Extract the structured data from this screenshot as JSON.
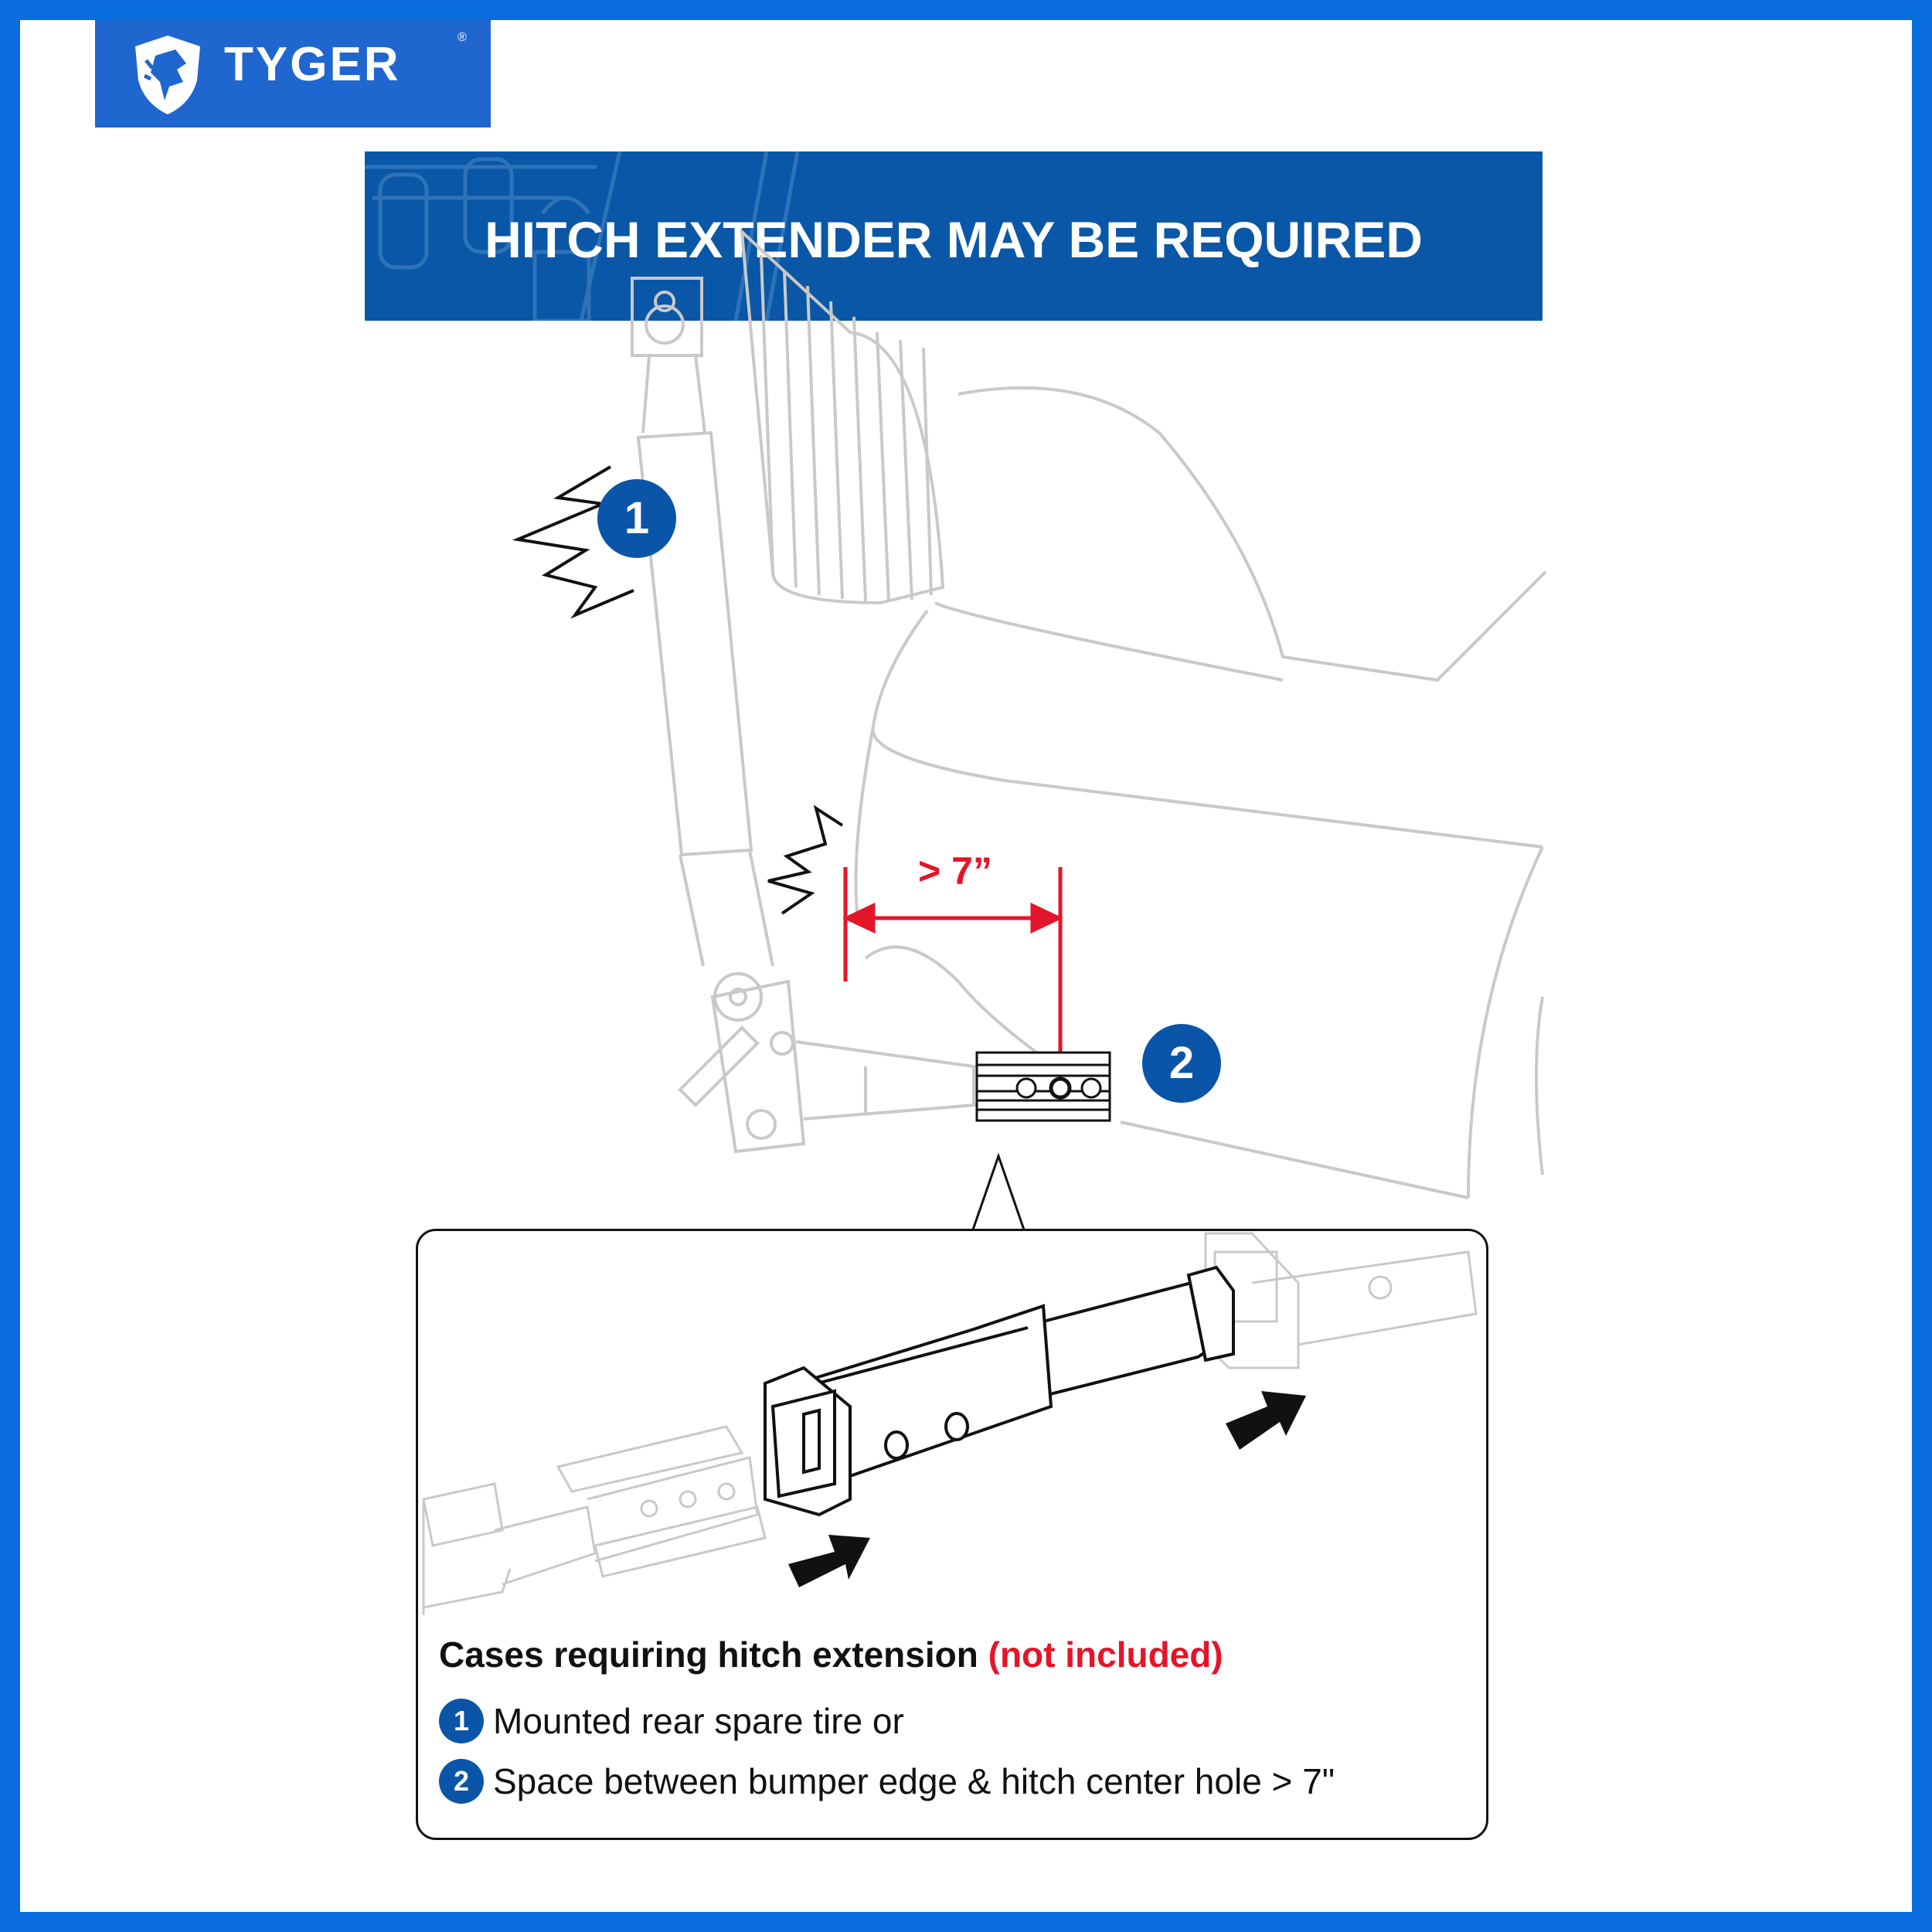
{
  "brand": {
    "name": "TYGER",
    "registered": "®"
  },
  "banner": {
    "title": "HITCH EXTENDER MAY BE REQUIRED"
  },
  "diagram": {
    "dimension_label": "> 7”",
    "marker_1": "1",
    "marker_2": "2"
  },
  "cases": {
    "title": "Cases requiring hitch extension",
    "note": "(not included)",
    "items": [
      {
        "num": "1",
        "text": "Mounted rear spare tire or"
      },
      {
        "num": "2",
        "text": "Space between bumper edge & hitch center hole > 7\""
      }
    ]
  },
  "colors": {
    "frame": "#0a6ddf",
    "banner": "#0957a6",
    "badge": "#0b55a8",
    "accent_red": "#e3152a"
  }
}
